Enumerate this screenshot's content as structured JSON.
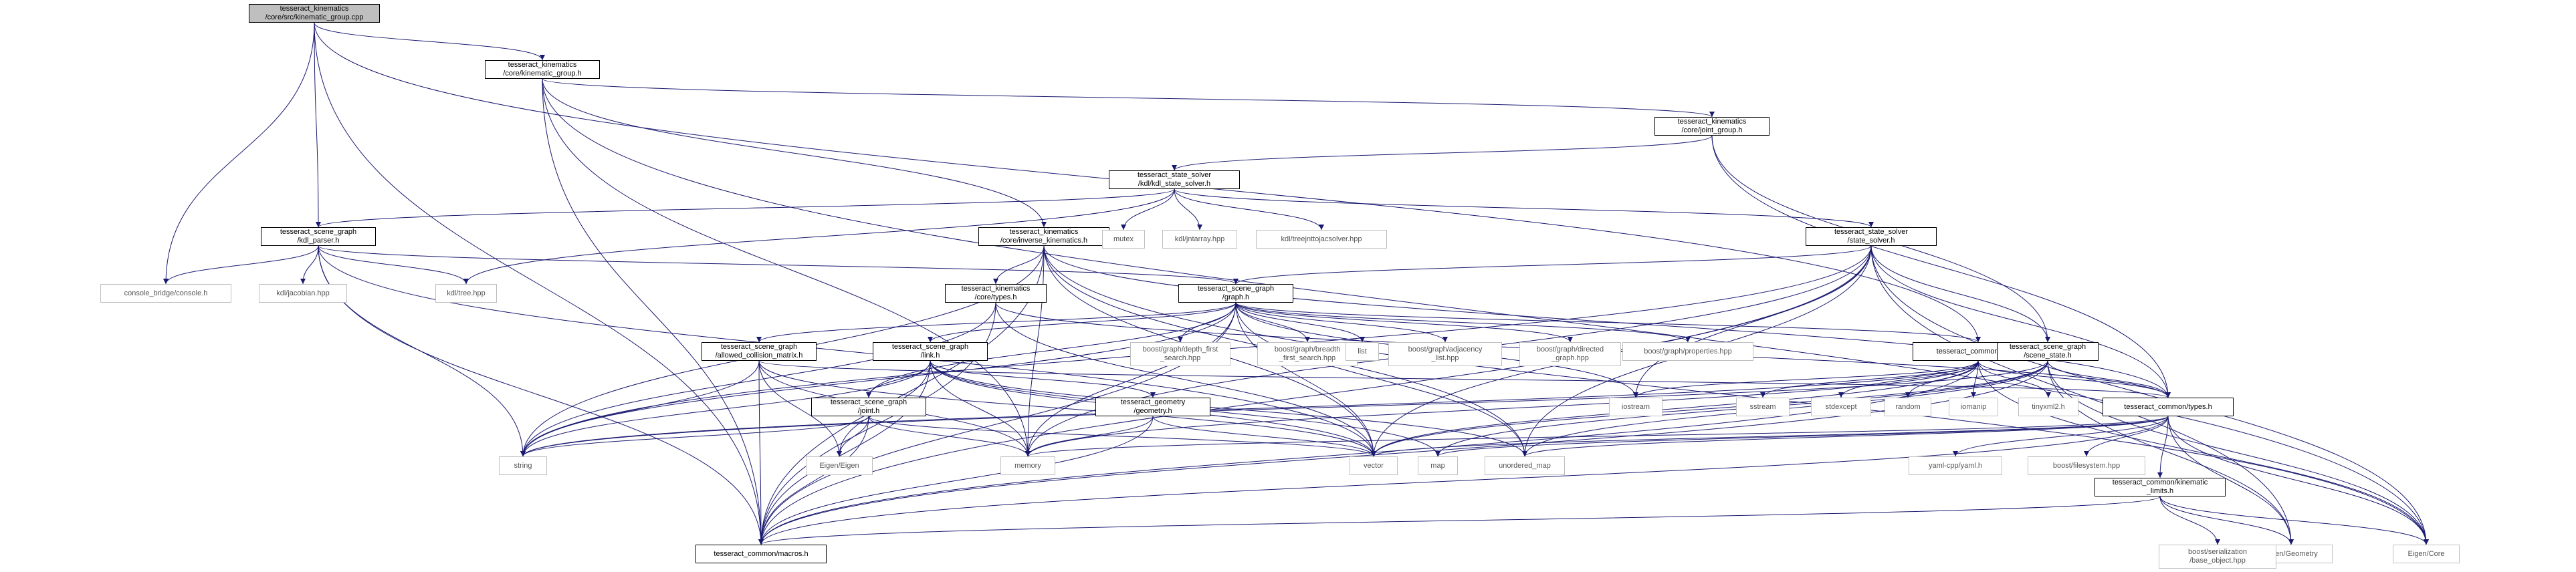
{
  "colors": {
    "edge": "#191970",
    "root_fill": "#bfbfbf",
    "node_border": "#000000",
    "external_border": "#bfbfbf",
    "text": "#000000"
  },
  "nodes": {
    "root": "tesseract_kinematics\n/core/src/kinematic_group.cpp",
    "kinematic_group": "tesseract_kinematics\n/core/kinematic_group.h",
    "joint_group": "tesseract_kinematics\n/core/joint_group.h",
    "kdl_state_solver": "tesseract_state_solver\n/kdl/kdl_state_solver.h",
    "kdl_parser": "tesseract_scene_graph\n/kdl_parser.h",
    "inverse_kinematics": "tesseract_kinematics\n/core/inverse_kinematics.h",
    "state_solver": "tesseract_state_solver\n/state_solver.h",
    "kin_types": "tesseract_kinematics\n/core/types.h",
    "graph": "tesseract_scene_graph\n/graph.h",
    "allowed_collision_matrix": "tesseract_scene_graph\n/allowed_collision_matrix.h",
    "link": "tesseract_scene_graph\n/link.h",
    "joint": "tesseract_scene_graph\n/joint.h",
    "geometry": "tesseract_geometry\n/geometry.h",
    "utils": "tesseract_common/utils.h",
    "scene_state": "tesseract_scene_graph\n/scene_state.h",
    "common_types": "tesseract_common/types.h",
    "kinematic_limits": "tesseract_common/kinematic\n_limits.h",
    "macros": "tesseract_common/macros.h",
    "console_bridge": "console_bridge/console.h",
    "kdl_jacobian": "kdl/jacobian.hpp",
    "kdl_tree": "kdl/tree.hpp",
    "mutex": "mutex",
    "kdl_jntarray": "kdl/jntarray.hpp",
    "kdl_treejnttojacsolver": "kdl/treejnttojacsolver.hpp",
    "string": "string",
    "memory": "memory",
    "vector": "vector",
    "map": "map",
    "unordered_map": "unordered_map",
    "eigen_eigen": "Eigen/Eigen",
    "eigen_geometry": "Eigen/Geometry",
    "eigen_core": "Eigen/Core",
    "depth_first_search": "boost/graph/depth_first\n_search.hpp",
    "breadth_first_search": "boost/graph/breadth\n_first_search.hpp",
    "list": "list",
    "adjacency_list": "boost/graph/adjacency\n_list.hpp",
    "directed_graph": "boost/graph/directed\n_graph.hpp",
    "properties": "boost/graph/properties.hpp",
    "iostream": "iostream",
    "sstream": "sstream",
    "stdexcept": "stdexcept",
    "random": "random",
    "iomanip": "iomanip",
    "tinyxml2": "tinyxml2.h",
    "yaml": "yaml-cpp/yaml.h",
    "filesystem": "boost/filesystem.hpp",
    "base_object": "boost/serialization\n/base_object.hpp"
  },
  "edges": [
    [
      "root",
      "kinematic_group"
    ],
    [
      "root",
      "kdl_parser"
    ],
    [
      "root",
      "console_bridge"
    ],
    [
      "root",
      "macros"
    ],
    [
      "root",
      "utils"
    ],
    [
      "kinematic_group",
      "joint_group"
    ],
    [
      "kinematic_group",
      "inverse_kinematics"
    ],
    [
      "kinematic_group",
      "memory"
    ],
    [
      "kinematic_group",
      "macros"
    ],
    [
      "kinematic_group",
      "eigen_core"
    ],
    [
      "joint_group",
      "kdl_state_solver"
    ],
    [
      "joint_group",
      "scene_state"
    ],
    [
      "joint_group",
      "common_types"
    ],
    [
      "kdl_state_solver",
      "kdl_parser"
    ],
    [
      "kdl_state_solver",
      "state_solver"
    ],
    [
      "kdl_state_solver",
      "mutex"
    ],
    [
      "kdl_state_solver",
      "kdl_jntarray"
    ],
    [
      "kdl_state_solver",
      "kdl_treejnttojacsolver"
    ],
    [
      "kdl_state_solver",
      "kdl_tree"
    ],
    [
      "kdl_parser",
      "console_bridge"
    ],
    [
      "kdl_parser",
      "kdl_jacobian"
    ],
    [
      "kdl_parser",
      "kdl_tree"
    ],
    [
      "kdl_parser",
      "macros"
    ],
    [
      "kdl_parser",
      "string"
    ],
    [
      "kdl_parser",
      "graph"
    ],
    [
      "kdl_parser",
      "vector"
    ],
    [
      "inverse_kinematics",
      "kin_types"
    ],
    [
      "inverse_kinematics",
      "string"
    ],
    [
      "inverse_kinematics",
      "vector"
    ],
    [
      "inverse_kinematics",
      "memory"
    ],
    [
      "inverse_kinematics",
      "macros"
    ],
    [
      "inverse_kinematics",
      "unordered_map"
    ],
    [
      "inverse_kinematics",
      "common_types"
    ],
    [
      "inverse_kinematics",
      "eigen_core"
    ],
    [
      "state_solver",
      "graph"
    ],
    [
      "state_solver",
      "scene_state"
    ],
    [
      "state_solver",
      "common_types"
    ],
    [
      "state_solver",
      "macros"
    ],
    [
      "state_solver",
      "vector"
    ],
    [
      "state_solver",
      "string"
    ],
    [
      "state_solver",
      "eigen_geometry"
    ],
    [
      "state_solver",
      "eigen_core"
    ],
    [
      "state_solver",
      "memory"
    ],
    [
      "state_solver",
      "unordered_map"
    ],
    [
      "state_solver",
      "iostream"
    ],
    [
      "kin_types",
      "common_types"
    ],
    [
      "kin_types",
      "macros"
    ],
    [
      "kin_types",
      "vector"
    ],
    [
      "kin_types",
      "string"
    ],
    [
      "graph",
      "allowed_collision_matrix"
    ],
    [
      "graph",
      "link"
    ],
    [
      "graph",
      "joint"
    ],
    [
      "graph",
      "depth_first_search"
    ],
    [
      "graph",
      "breadth_first_search"
    ],
    [
      "graph",
      "list"
    ],
    [
      "graph",
      "adjacency_list"
    ],
    [
      "graph",
      "directed_graph"
    ],
    [
      "graph",
      "properties"
    ],
    [
      "graph",
      "utils"
    ],
    [
      "graph",
      "macros"
    ],
    [
      "graph",
      "string"
    ],
    [
      "graph",
      "vector"
    ],
    [
      "graph",
      "memory"
    ],
    [
      "graph",
      "unordered_map"
    ],
    [
      "graph",
      "iostream"
    ],
    [
      "allowed_collision_matrix",
      "eigen_eigen"
    ],
    [
      "allowed_collision_matrix",
      "string"
    ],
    [
      "allowed_collision_matrix",
      "vector"
    ],
    [
      "allowed_collision_matrix",
      "memory"
    ],
    [
      "allowed_collision_matrix",
      "macros"
    ],
    [
      "allowed_collision_matrix",
      "common_types"
    ],
    [
      "link",
      "joint"
    ],
    [
      "link",
      "geometry"
    ],
    [
      "link",
      "eigen_eigen"
    ],
    [
      "link",
      "string"
    ],
    [
      "link",
      "vector"
    ],
    [
      "link",
      "memory"
    ],
    [
      "link",
      "macros"
    ],
    [
      "link",
      "map"
    ],
    [
      "link",
      "unordered_map"
    ],
    [
      "joint",
      "eigen_eigen"
    ],
    [
      "joint",
      "string"
    ],
    [
      "joint",
      "vector"
    ],
    [
      "joint",
      "memory"
    ],
    [
      "joint",
      "macros"
    ],
    [
      "geometry",
      "memory"
    ],
    [
      "geometry",
      "macros"
    ],
    [
      "geometry",
      "vector"
    ],
    [
      "utils",
      "common_types"
    ],
    [
      "utils",
      "iostream"
    ],
    [
      "utils",
      "sstream"
    ],
    [
      "utils",
      "stdexcept"
    ],
    [
      "utils",
      "random"
    ],
    [
      "utils",
      "iomanip"
    ],
    [
      "utils",
      "tinyxml2"
    ],
    [
      "utils",
      "string"
    ],
    [
      "utils",
      "vector"
    ],
    [
      "utils",
      "eigen_core"
    ],
    [
      "utils",
      "macros"
    ],
    [
      "utils",
      "memory"
    ],
    [
      "scene_state",
      "common_types"
    ],
    [
      "scene_state",
      "vector"
    ],
    [
      "scene_state",
      "unordered_map"
    ],
    [
      "scene_state",
      "map"
    ],
    [
      "scene_state",
      "macros"
    ],
    [
      "scene_state",
      "eigen_geometry"
    ],
    [
      "scene_state",
      "eigen_core"
    ],
    [
      "scene_state",
      "string"
    ],
    [
      "common_types",
      "kinematic_limits"
    ],
    [
      "common_types",
      "vector"
    ],
    [
      "common_types",
      "memory"
    ],
    [
      "common_types",
      "map"
    ],
    [
      "common_types",
      "unordered_map"
    ],
    [
      "common_types",
      "yaml"
    ],
    [
      "common_types",
      "filesystem"
    ],
    [
      "common_types",
      "eigen_geometry"
    ],
    [
      "common_types",
      "eigen_core"
    ],
    [
      "common_types",
      "macros"
    ],
    [
      "kinematic_limits",
      "base_object"
    ],
    [
      "kinematic_limits",
      "macros"
    ],
    [
      "kinematic_limits",
      "eigen_geometry"
    ],
    [
      "kinematic_limits",
      "eigen_core"
    ]
  ]
}
